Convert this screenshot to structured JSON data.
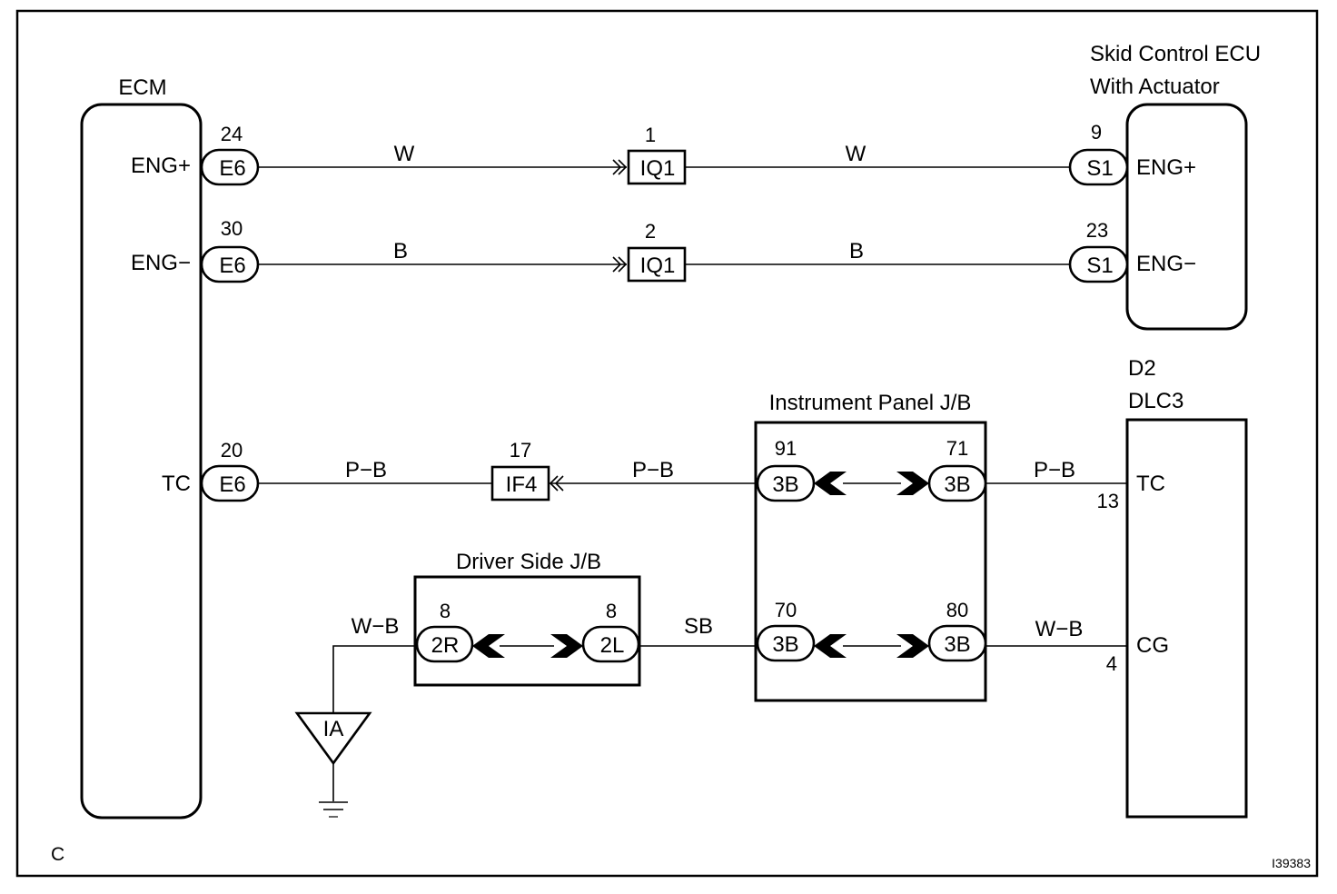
{
  "diagram": {
    "corner_label": "C",
    "figure_id": "I39383",
    "components": {
      "ecm": {
        "label": "ECM",
        "terminals": [
          "ENG+",
          "ENG−",
          "TC"
        ]
      },
      "skid": {
        "label_line1": "Skid Control ECU",
        "label_line2": "With Actuator",
        "terminals": [
          "ENG+",
          "ENG−"
        ]
      },
      "dlc": {
        "label_line1": "D2",
        "label_line2": "DLC3",
        "terminals": [
          "TC",
          "CG"
        ],
        "pins": [
          "13",
          "4"
        ]
      },
      "ip_jb": {
        "label": "Instrument Panel J/B"
      },
      "ds_jb": {
        "label": "Driver Side J/B"
      },
      "ground": {
        "label": "IA"
      }
    },
    "connectors": {
      "e6_24": {
        "code": "E6",
        "pin": "24"
      },
      "e6_30": {
        "code": "E6",
        "pin": "30"
      },
      "e6_20": {
        "code": "E6",
        "pin": "20"
      },
      "iq1_1": {
        "code": "IQ1",
        "pin": "1"
      },
      "iq1_2": {
        "code": "IQ1",
        "pin": "2"
      },
      "if4_17": {
        "code": "IF4",
        "pin": "17"
      },
      "s1_9": {
        "code": "S1",
        "pin": "9"
      },
      "s1_23": {
        "code": "S1",
        "pin": "23"
      },
      "b3_91": {
        "code": "3B",
        "pin": "91"
      },
      "b3_71": {
        "code": "3B",
        "pin": "71"
      },
      "b3_70": {
        "code": "3B",
        "pin": "70"
      },
      "b3_80": {
        "code": "3B",
        "pin": "80"
      },
      "r2_8": {
        "code": "2R",
        "pin": "8"
      },
      "l2_8": {
        "code": "2L",
        "pin": "8"
      }
    },
    "wires": {
      "eng_plus_a": "W",
      "eng_plus_b": "W",
      "eng_minus_a": "B",
      "eng_minus_b": "B",
      "tc_a": "P−B",
      "tc_b": "P−B",
      "tc_c": "P−B",
      "gnd_a": "W−B",
      "gnd_b": "SB",
      "gnd_c": "W−B"
    }
  }
}
